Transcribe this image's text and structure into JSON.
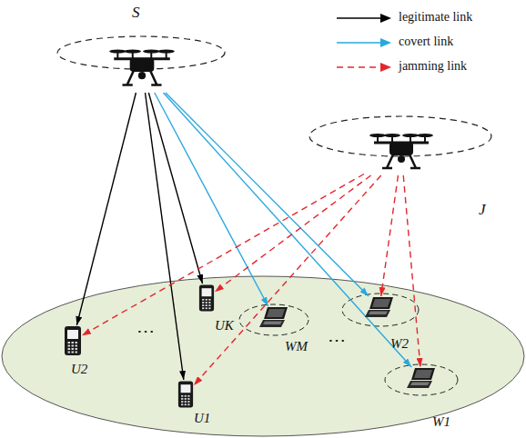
{
  "diagram": {
    "nodes": [
      {
        "text": [
          "S"
        ]
      },
      {
        "text": [
          "J"
        ]
      },
      {
        "text": [
          "U2"
        ]
      },
      {
        "text": [
          "UK"
        ]
      },
      {
        "text": [
          "WM"
        ]
      },
      {
        "text": [
          "W2"
        ]
      },
      {
        "text": [
          "U1"
        ]
      },
      {
        "text": [
          "W1"
        ]
      }
    ],
    "edges": [
      {
        "from": 0,
        "to": 2,
        "arrow": "to"
      },
      {
        "from": 0,
        "to": 3,
        "arrow": "to"
      },
      {
        "from": 0,
        "to": 6,
        "arrow": "to"
      },
      {
        "from": 0,
        "to": 4,
        "arrow": "to"
      },
      {
        "from": 0,
        "to": 5,
        "arrow": "to"
      },
      {
        "from": 0,
        "to": 7,
        "arrow": "to"
      },
      {
        "from": 1,
        "to": 2,
        "arrow": "to"
      },
      {
        "from": 1,
        "to": 3,
        "arrow": "to"
      },
      {
        "from": 1,
        "to": 6,
        "arrow": "to"
      },
      {
        "from": 1,
        "to": 5,
        "arrow": "to"
      },
      {
        "from": 1,
        "to": 7,
        "arrow": "to"
      }
    ],
    "labels": [
      "⋯",
      "⋯"
    ],
    "legend": [
      {
        "text": "legitimate link"
      },
      {
        "text": "covert link"
      },
      {
        "text": "jamming link"
      }
    ]
  }
}
